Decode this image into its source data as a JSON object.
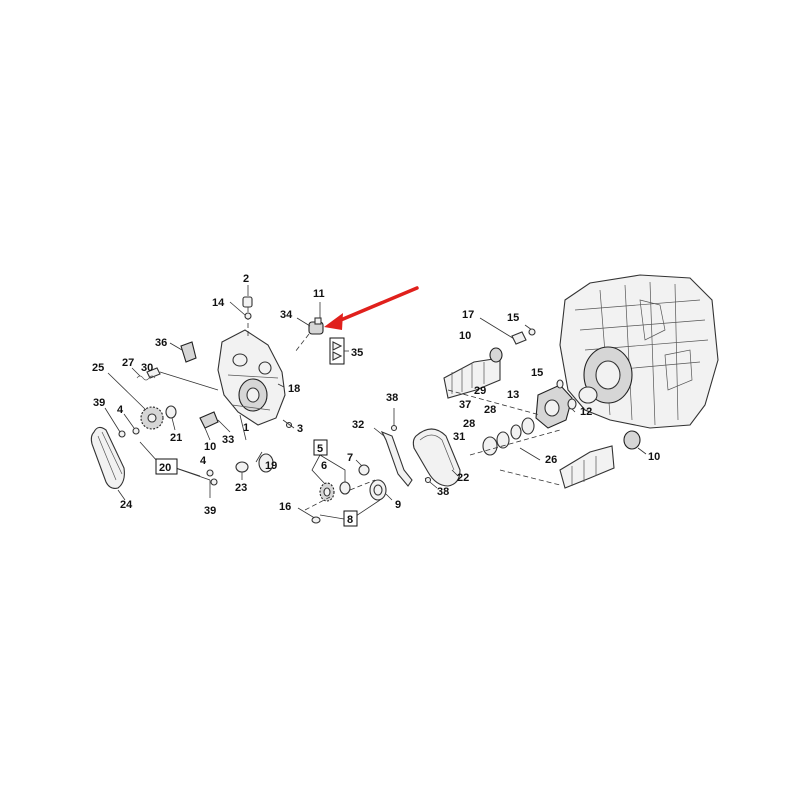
{
  "callouts": {
    "c1": "1",
    "c2": "2",
    "c3": "3",
    "c4a": "4",
    "c4b": "4",
    "c5": "5",
    "c6": "6",
    "c7": "7",
    "c8": "8",
    "c9": "9",
    "c10a": "10",
    "c10b": "10",
    "c10c": "10",
    "c11": "11",
    "c12": "12",
    "c13": "13",
    "c14": "14",
    "c15a": "15",
    "c15b": "15",
    "c16": "16",
    "c17": "17",
    "c18": "18",
    "c19": "19",
    "c20": "20",
    "c21": "21",
    "c22": "22",
    "c23": "23",
    "c24": "24",
    "c25": "25",
    "c26": "26",
    "c27": "27",
    "c28a": "28",
    "c28b": "28",
    "c29": "29",
    "c30": "30",
    "c31": "31",
    "c32": "32",
    "c33": "33",
    "c34": "34",
    "c35": "35",
    "c36": "36",
    "c37": "37",
    "c38a": "38",
    "c38b": "38",
    "c39a": "39",
    "c39b": "39"
  },
  "highlight": {
    "color": "#e0201c",
    "target_part": "11"
  }
}
